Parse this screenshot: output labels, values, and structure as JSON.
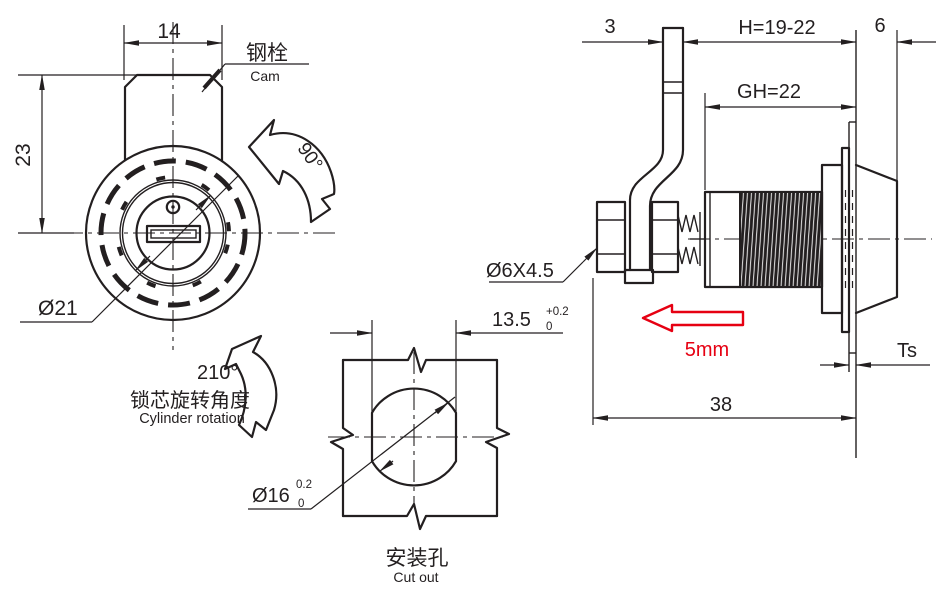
{
  "drawing": {
    "front_view": {
      "width": "14",
      "height": "23",
      "cam_zh": "钢栓",
      "cam_en": "Cam",
      "diameter": "Ø21",
      "angle_90": "90°",
      "angle_210": "210°",
      "rotation_zh": "锁芯旋转角度",
      "rotation_en": "Cylinder rotation"
    },
    "cutout": {
      "width": "13.5",
      "width_tol_up": "+0.2",
      "width_tol_low": "0",
      "dia": "Ø16",
      "dia_tol_up": "0.2",
      "dia_tol_low": "0",
      "label_zh": "安装孔",
      "label_en": "Cut out"
    },
    "side_view": {
      "cam_thickness": "3",
      "h_range": "H=19-22",
      "head_depth": "6",
      "grip": "GH=22",
      "hole": "Ø6X4.5",
      "travel": "5mm",
      "panel_thickness": "Ts",
      "total_length": "38"
    },
    "colors": {
      "ink": "#231f20",
      "accent_red": "#e60012",
      "background": "#ffffff"
    }
  }
}
